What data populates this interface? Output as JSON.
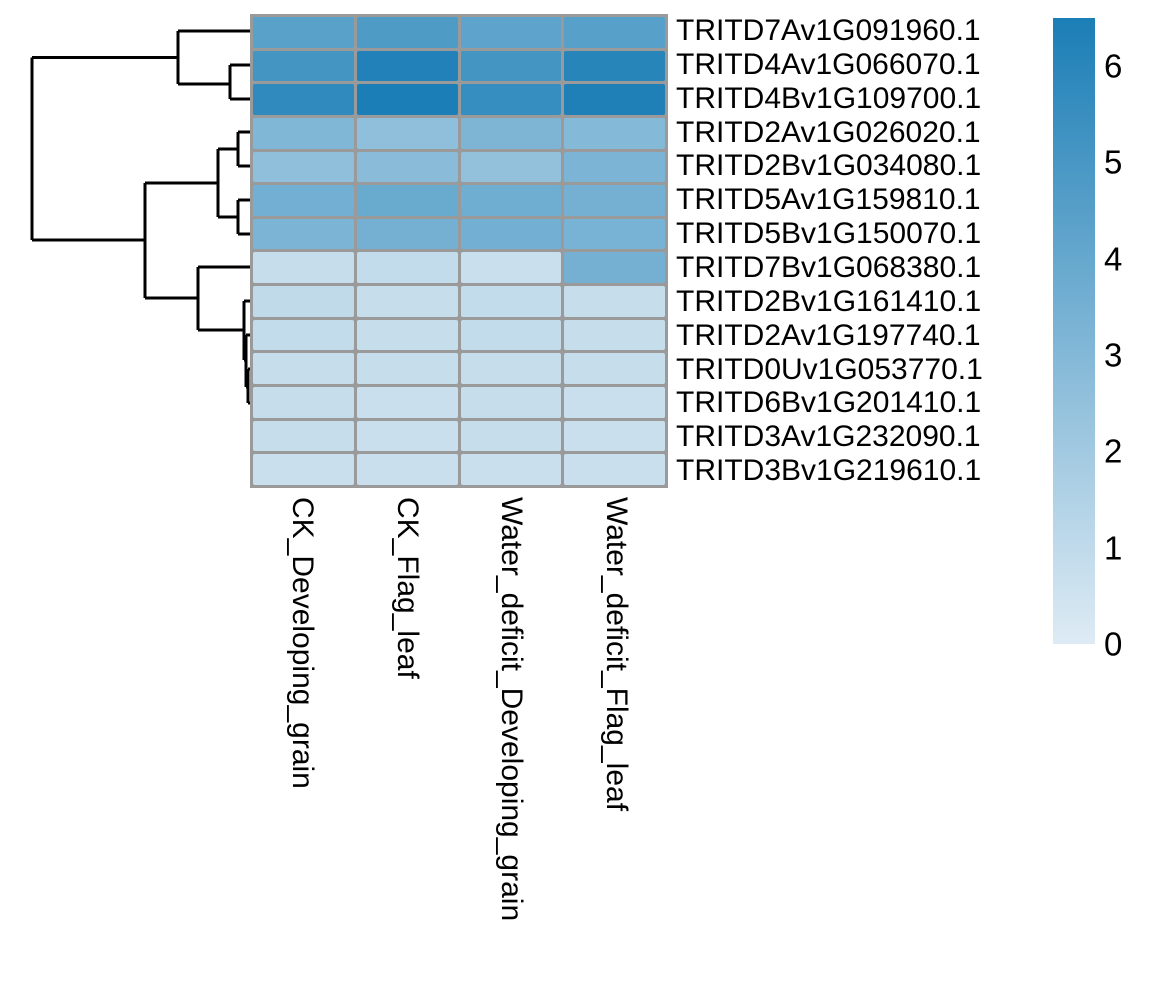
{
  "figure": {
    "kind": "clustered expression heatmap",
    "background_color": "#ffffff",
    "grid_color": "#9a9a9a",
    "dendrogram_color": "#000000"
  },
  "chart_data": {
    "type": "heatmap",
    "title": "",
    "rows": [
      "TRITD7Av1G091960.1",
      "TRITD4Av1G066070.1",
      "TRITD4Bv1G109700.1",
      "TRITD2Av1G026020.1",
      "TRITD2Bv1G034080.1",
      "TRITD5Av1G159810.1",
      "TRITD5Bv1G150070.1",
      "TRITD7Bv1G068380.1",
      "TRITD2Bv1G161410.1",
      "TRITD2Av1G197740.1",
      "TRITD0Uv1G053770.1",
      "TRITD6Bv1G201410.1",
      "TRITD3Av1G232090.1",
      "TRITD3Bv1G219610.1"
    ],
    "columns": [
      "CK_Developing_grain",
      "CK_Flag_leaf",
      "Water_deficit_Developing_grain",
      "Water_deficit_Flag_leaf"
    ],
    "values": [
      [
        4.4,
        4.8,
        4.3,
        4.5
      ],
      [
        5.1,
        6.3,
        5.1,
        6.1
      ],
      [
        5.8,
        6.5,
        5.6,
        6.4
      ],
      [
        3.1,
        2.6,
        3.2,
        3.0
      ],
      [
        2.6,
        2.8,
        2.5,
        3.3
      ],
      [
        3.6,
        3.9,
        3.7,
        3.5
      ],
      [
        3.3,
        3.5,
        3.6,
        3.4
      ],
      [
        0.8,
        0.9,
        0.7,
        3.5
      ],
      [
        1.0,
        0.8,
        0.9,
        0.8
      ],
      [
        0.9,
        0.8,
        0.9,
        0.8
      ],
      [
        0.8,
        0.8,
        0.8,
        0.8
      ],
      [
        0.8,
        0.7,
        0.8,
        0.7
      ],
      [
        0.8,
        0.7,
        0.8,
        0.7
      ],
      [
        0.7,
        0.7,
        0.7,
        0.7
      ]
    ],
    "colorbar": {
      "position": "right",
      "orientation": "vertical",
      "range": [
        0,
        6.5
      ],
      "low_color": "#deebf4",
      "high_color": "#1b7eb6",
      "tick_labels": [
        "6",
        "5",
        "4",
        "3",
        "2",
        "1",
        "0"
      ],
      "tick_values": [
        6,
        5,
        4,
        3,
        2,
        1,
        0
      ]
    },
    "row_dendrogram_topology": "((TRITD7Av1G091960.1,(TRITD4Av1G066070.1,TRITD4Bv1G109700.1)),(((TRITD2Av1G026020.1,TRITD2Bv1G034080.1),(TRITD5Av1G159810.1,TRITD5Bv1G150070.1)),(TRITD7Bv1G068380.1,(TRITD2Bv1G161410.1,(TRITD2Av1G197740.1,(TRITD0Uv1G053770.1,(TRITD6Bv1G201410.1,(TRITD3Av1G232090.1,TRITD3Bv1G219610.1))))))))",
    "column_dendrogram": false,
    "grid": true,
    "legend_position": "right"
  }
}
